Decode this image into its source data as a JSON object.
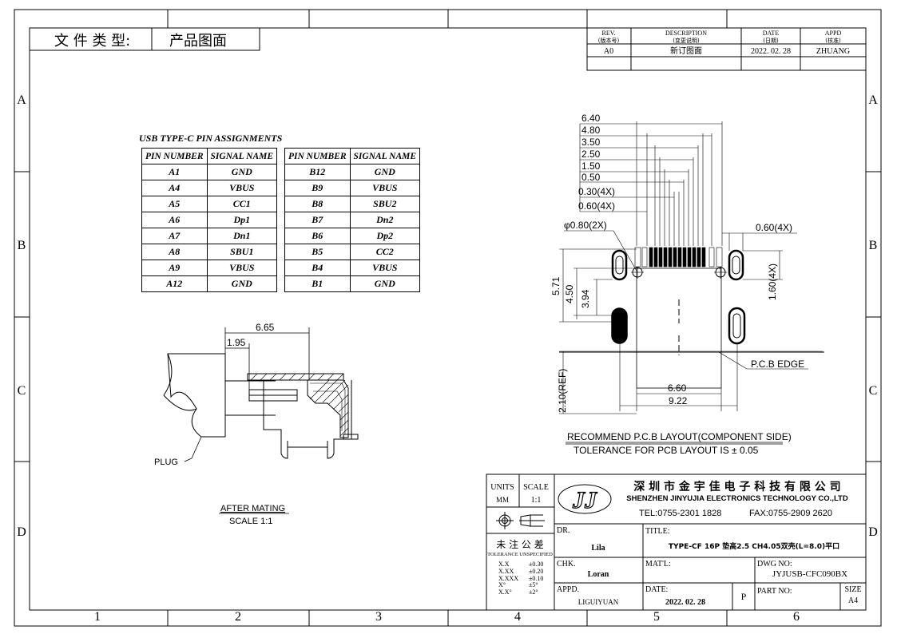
{
  "header": {
    "doc_type_label": "文 件 类 型:",
    "doc_type_value": "产品图面"
  },
  "grid": {
    "cols": [
      "1",
      "2",
      "3",
      "4",
      "5",
      "6"
    ],
    "rows": [
      "A",
      "B",
      "C",
      "D"
    ]
  },
  "revision": {
    "headers": [
      {
        "en": "REV.",
        "cn": "(版本号)"
      },
      {
        "en": "DESCRIPTION",
        "cn": "(变更说明)"
      },
      {
        "en": "DATE",
        "cn": "(日期)"
      },
      {
        "en": "APPD",
        "cn": "(核准)"
      }
    ],
    "row": [
      "A0",
      "新订图面",
      "2022. 02. 28",
      "ZHUANG"
    ]
  },
  "pin_table": {
    "title": "USB TYPE-C PIN ASSIGNMENTS",
    "col_pin": "PIN NUMBER",
    "col_signal": "SIGNAL NAME",
    "left": [
      [
        "A1",
        "GND"
      ],
      [
        "A4",
        "VBUS"
      ],
      [
        "A5",
        "CC1"
      ],
      [
        "A6",
        "Dp1"
      ],
      [
        "A7",
        "Dn1"
      ],
      [
        "A8",
        "SBU1"
      ],
      [
        "A9",
        "VBUS"
      ],
      [
        "A12",
        "GND"
      ]
    ],
    "right": [
      [
        "B12",
        "GND"
      ],
      [
        "B9",
        "VBUS"
      ],
      [
        "B8",
        "SBU2"
      ],
      [
        "B7",
        "Dn2"
      ],
      [
        "B6",
        "Dp2"
      ],
      [
        "B5",
        "CC2"
      ],
      [
        "B4",
        "VBUS"
      ],
      [
        "B1",
        "GND"
      ]
    ]
  },
  "side_view": {
    "dim_top": "6.65",
    "dim_left": "1.95",
    "plug_label": "PLUG",
    "caption": "AFTER MATING",
    "scale": "SCALE 1:1"
  },
  "pcb_layout": {
    "dims_top": [
      "6.40",
      "4.80",
      "3.50",
      "2.50",
      "1.50",
      "0.50",
      "0.30(4X)",
      "0.60(4X)"
    ],
    "hole_dia": "φ0.80(2X)",
    "right_top": "0.60(4X)",
    "right_side": "1.60(4X)",
    "left_dims": [
      "5.71",
      "4.50",
      "3.94"
    ],
    "ref": "2.10(REF)",
    "bottom_dims": [
      "6.60",
      "9.22"
    ],
    "edge_label": "P.C.B EDGE",
    "caption": "RECOMMEND P.C.B LAYOUT(COMPONENT SIDE)",
    "tolerance": "TOLERANCE FOR PCB LAYOUT IS ± 0.05"
  },
  "title_block": {
    "units_label": "UNITS",
    "units_value": "MM",
    "scale_label": "SCALE",
    "scale_value": "1:1",
    "logo": "JJ",
    "company_cn": "深 圳 市 金 宇 佳 电 子 科 技 有 限 公 司",
    "company_en": "SHENZHEN JINYUJIA ELECTRONICS TECHNOLOGY CO.,LTD",
    "tel": "TEL:0755-2301 1828",
    "fax": "FAX:0755-2909 2620",
    "tol_cn": "未 注 公 差",
    "tol_en": "TOLERANCE UNSPECIFIED",
    "tolerances": [
      [
        "X.X",
        "±0.30"
      ],
      [
        "X.XX",
        "±0.20"
      ],
      [
        "X.XXX",
        "±0.10"
      ],
      [
        "X°",
        "±5°"
      ],
      [
        "X.X°",
        "±2°"
      ]
    ],
    "dr_label": "DR.",
    "dr_value": "Lila",
    "chk_label": "CHK.",
    "chk_value": "Loran",
    "appd_label": "APPD.",
    "appd_value": "LIGUIYUAN",
    "title_label": "TITLE:",
    "title_value": "TYPE-CF 16P 垫高2.5 CH4.05双壳(L=8.0)平口",
    "matl_label": "MAT'L:",
    "dwg_label": "DWG NO:",
    "dwg_value": "JYJUSB-CFC090BX",
    "date_label": "DATE:",
    "date_value": "2022. 02. 28",
    "proj_letter": "P",
    "part_label": "PART NO:",
    "size_label": "SIZE",
    "size_value": "A4"
  }
}
